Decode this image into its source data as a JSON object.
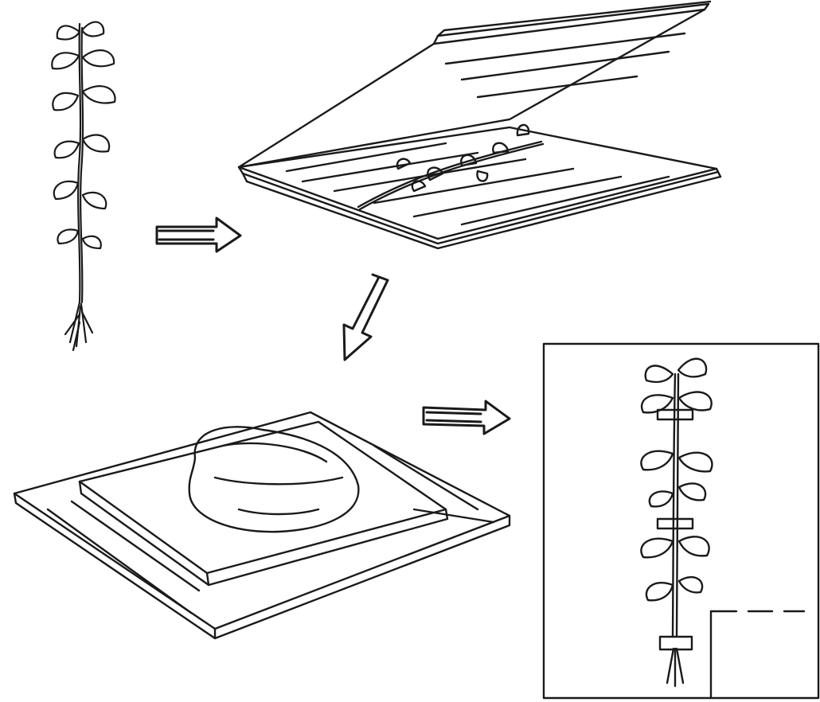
{
  "figure": {
    "steps": [
      {
        "id": "fresh-plant",
        "icon": "plant-icon"
      },
      {
        "id": "plant-in-book",
        "icon": "open-book-icon"
      },
      {
        "id": "pressing-under-weight",
        "icon": "press-stone-icon"
      },
      {
        "id": "mounted-herbarium-sheet",
        "icon": "herbarium-sheet-icon"
      }
    ],
    "arrows": [
      {
        "id": "arrow-plant-to-book",
        "direction": "right"
      },
      {
        "id": "arrow-book-to-press",
        "direction": "down-left"
      },
      {
        "id": "arrow-press-to-sheet",
        "direction": "right"
      }
    ]
  }
}
